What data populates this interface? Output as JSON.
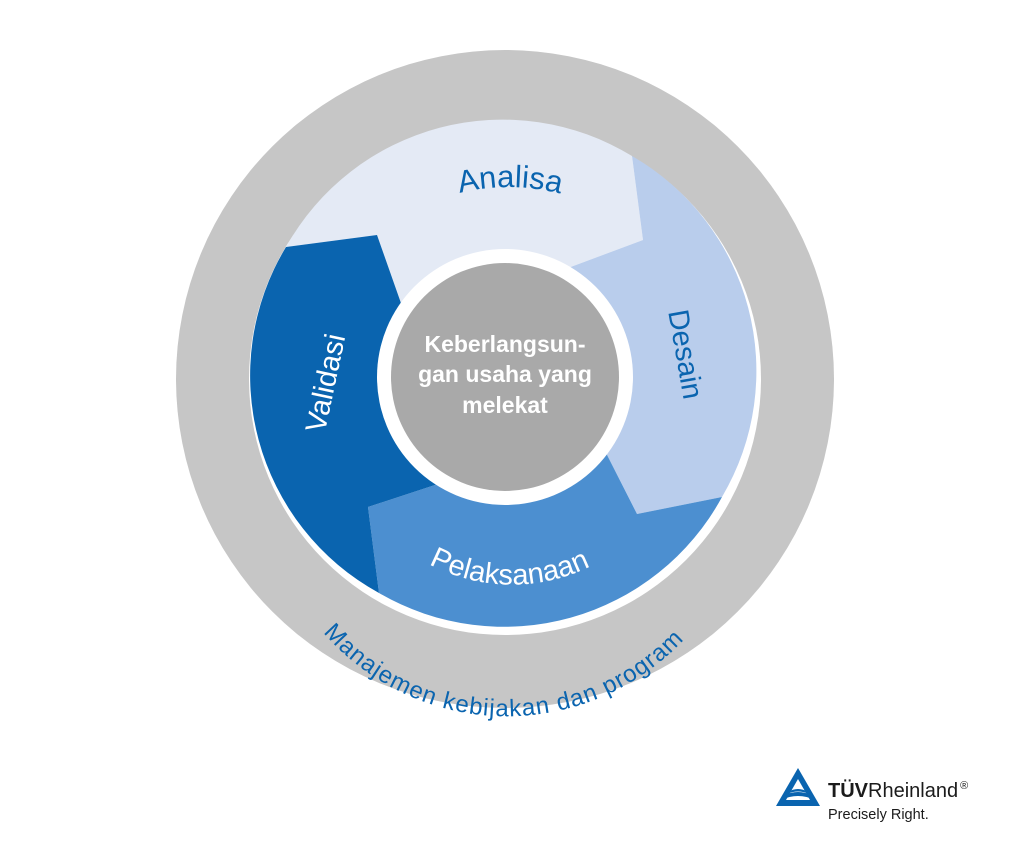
{
  "diagram": {
    "center": {
      "lines": [
        "Keberlangsun-",
        "gan usaha yang",
        "melekat"
      ]
    },
    "segments": {
      "analisa": "Analisa",
      "desain": "Desain",
      "pelaksanaan": "Pelaksanaan",
      "validasi": "Validasi"
    },
    "outer_ring": "Manajemen kebijakan dan program"
  },
  "brand": {
    "name_bold": "TÜV",
    "name_rest": "Rheinland",
    "registered": "®",
    "tagline": "Precisely Right."
  },
  "colors": {
    "outer_ring": "#c6c6c6",
    "center": "#a9a9a9",
    "analisa": "#e4eaf5",
    "desain": "#b9cdec",
    "pelaksanaan": "#4c8fd0",
    "validasi": "#0a64af",
    "brand_blue": "#0a64af"
  }
}
